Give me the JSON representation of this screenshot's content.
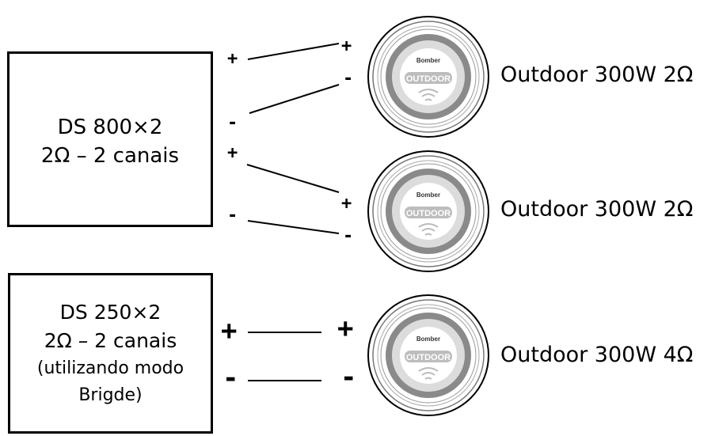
{
  "amplifiers": [
    {
      "model": "DS 800×2",
      "spec": "2Ω – 2 canais",
      "note_1": "",
      "note_2": ""
    },
    {
      "model": "DS 250×2",
      "spec": "2Ω – 2 canais",
      "note_1": "(utilizando modo",
      "note_2": "Brigde)"
    }
  ],
  "speakers": [
    {
      "label": "Outdoor 300W 2Ω",
      "brand": "Bomber",
      "logo": "OUTDOOR"
    },
    {
      "label": "Outdoor 300W 2Ω",
      "brand": "Bomber",
      "logo": "OUTDOOR"
    },
    {
      "label": "Outdoor 300W 4Ω",
      "brand": "Bomber",
      "logo": "OUTDOOR"
    }
  ],
  "signs": {
    "plus": "+",
    "minus": "-"
  },
  "icons": {
    "speaker": "subwoofer-speaker-icon"
  }
}
